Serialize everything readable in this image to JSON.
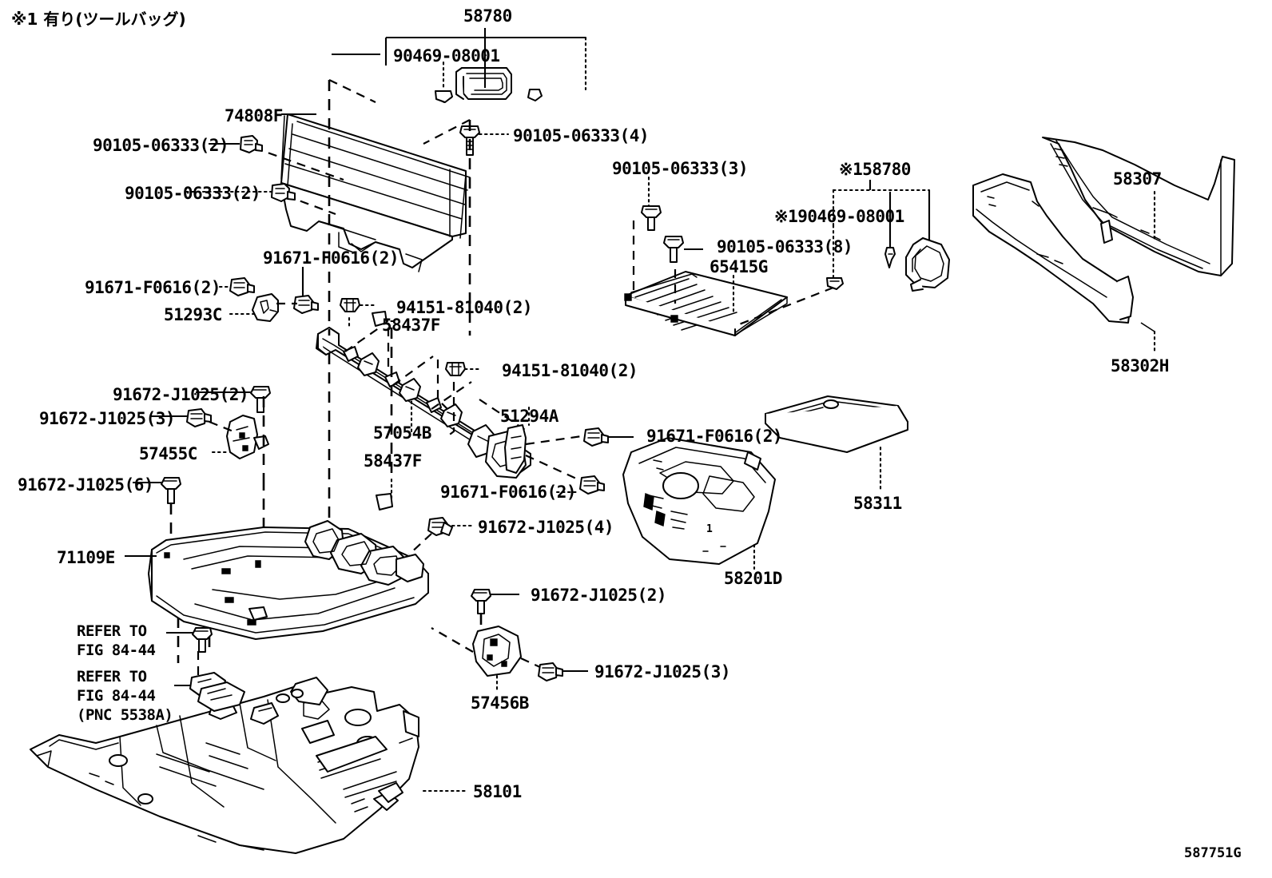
{
  "diagram": {
    "figure_id": "587751G",
    "note_japanese": "※1 有り(ツールバッグ)"
  },
  "labels": {
    "l_74808F": "74808F",
    "l_58780_top": "58780",
    "l_90469_08001": "90469-08001",
    "l_90105_06333_2a": "90105-06333(2)",
    "l_90105_06333_2b": "90105-06333(2)",
    "l_90105_06333_4": "90105-06333(4)",
    "l_90105_06333_3": "90105-06333(3)",
    "l_90105_06333_8": "90105-06333(8)",
    "l_65415G": "65415G",
    "l_58780_star": "※158780",
    "l_190469_08001": "※190469-08001",
    "l_58307": "58307",
    "l_58302H": "58302H",
    "l_91671_F0616_2a": "91671-F0616(2)",
    "l_91671_F0616_2b": "91671-F0616(2)",
    "l_91671_F0616_2c": "91671-F0616(2)",
    "l_91671_F0616_2d": "91671-F0616(2)",
    "l_51293C": "51293C",
    "l_94151_81040_2a": "94151-81040(2)",
    "l_94151_81040_2b": "94151-81040(2)",
    "l_58437F_a": "58437F",
    "l_58437F_b": "58437F",
    "l_57054B": "57054B",
    "l_51294A": "51294A",
    "l_91672_J1025_2a": "91672-J1025(2)",
    "l_91672_J1025_3a": "91672-J1025(3)",
    "l_57455C": "57455C",
    "l_91672_J1025_6": "91672-J1025(6)",
    "l_91672_J1025_4": "91672-J1025(4)",
    "l_91672_J1025_2b": "91672-J1025(2)",
    "l_91672_J1025_3b": "91672-J1025(3)",
    "l_57456B": "57456B",
    "l_71109E": "71109E",
    "l_58311": "58311",
    "l_58201D": "58201D",
    "l_58101": "58101",
    "l_refer_1": "REFER TO\nFIG 84-44",
    "l_refer_2": "REFER TO\nFIG 84-44\n(PNC 5538A)"
  }
}
